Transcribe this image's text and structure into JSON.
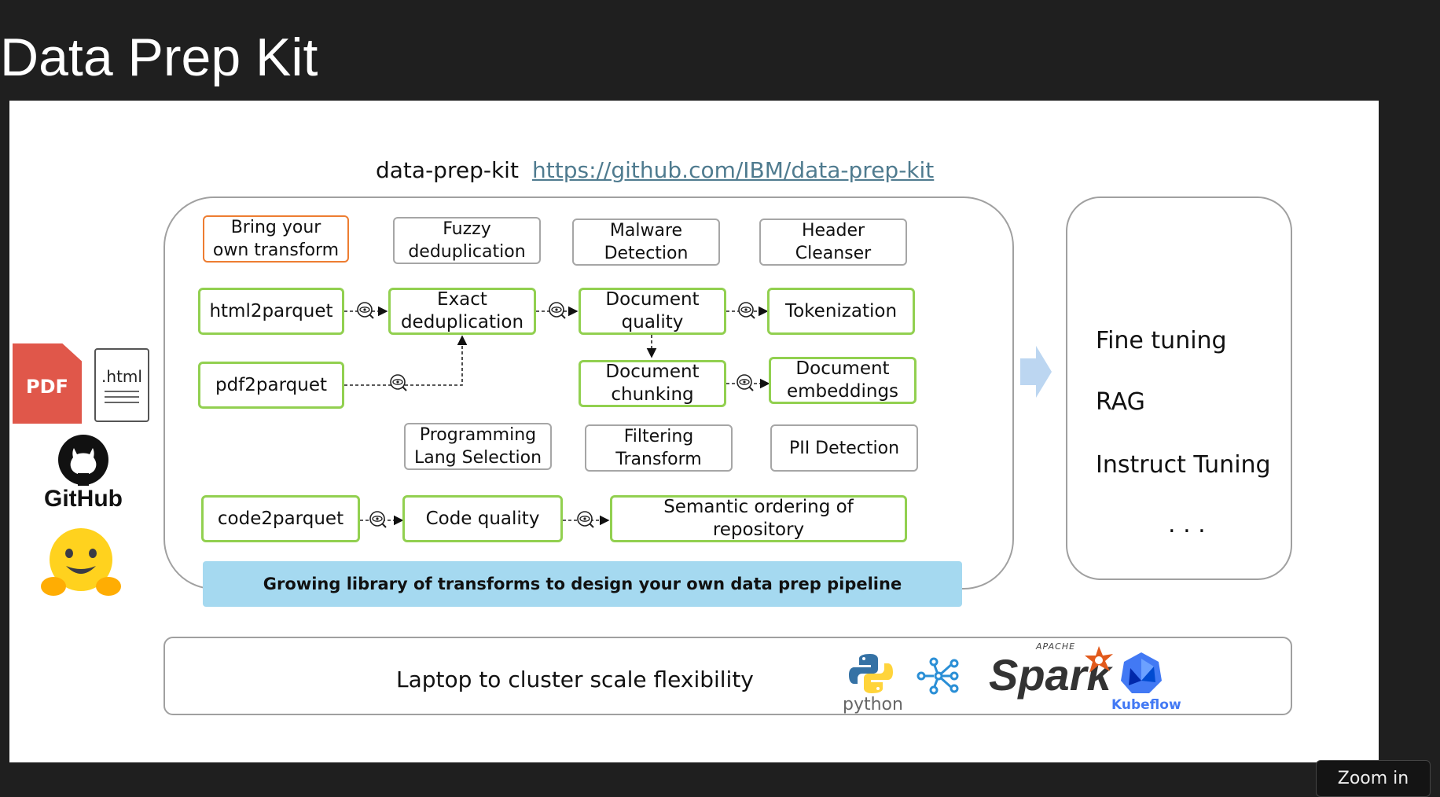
{
  "slide_title": "Data Prep Kit",
  "header": {
    "label": "data-prep-kit",
    "link": "https://github.com/IBM/data-prep-kit"
  },
  "sources": {
    "pdf_label": "PDF",
    "html_label": ".html",
    "github_label": "GitHub"
  },
  "transforms": {
    "bring_your_own": "Bring your\nown transform",
    "fuzzy_dedup": "Fuzzy\ndeduplication",
    "malware": "Malware\nDetection",
    "header_cleanser": "Header\nCleanser",
    "html2parquet": "html2parquet",
    "exact_dedup": "Exact\ndeduplication",
    "doc_quality": "Document\nquality",
    "tokenization": "Tokenization",
    "pdf2parquet": "pdf2parquet",
    "doc_chunking": "Document\nchunking",
    "doc_embeddings": "Document\nembeddings",
    "prog_lang": "Programming\nLang Selection",
    "filtering": "Filtering\nTransform",
    "pii": "PII Detection",
    "code2parquet": "code2parquet",
    "code_quality": "Code quality",
    "semantic_ordering": "Semantic ordering of\nrepository"
  },
  "banner": "Growing library of transforms to design your own data prep pipeline",
  "use_cases": [
    "Fine tuning",
    "RAG",
    "Instruct Tuning",
    ". . ."
  ],
  "scale": {
    "label": "Laptop to cluster scale flexibility",
    "python": "python",
    "spark_apache": "APACHE",
    "spark": "Spark",
    "kubeflow": "Kubeflow"
  },
  "zoom_button": "Zoom in",
  "colors": {
    "green": "#92d050",
    "orange": "#ed7d31",
    "banner": "#a5d9f0",
    "link": "#4f7b8f"
  }
}
